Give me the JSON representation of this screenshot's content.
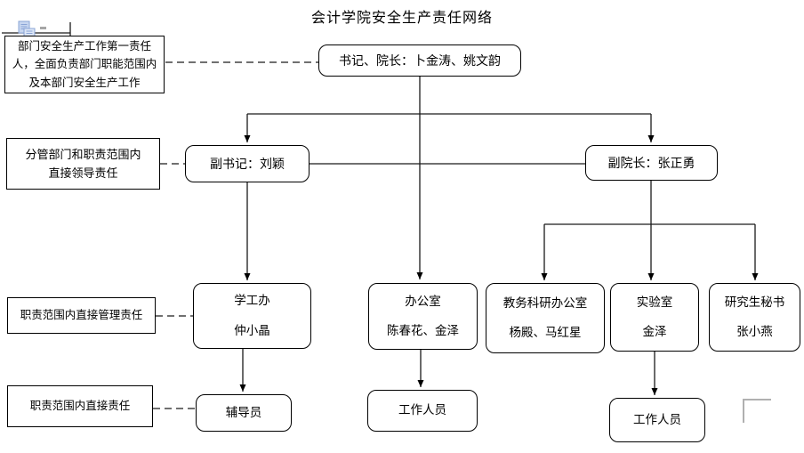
{
  "title": "会计学院安全生产责任网络",
  "responsibility_labels": [
    {
      "text": "部门安全生产工作第一责任人，全面负责部门职能范围内及本部门安全生产工作"
    },
    {
      "line1": "分管部门和职责范围内",
      "line2": "直接领导责任"
    },
    {
      "text": "职责范围内直接管理责任"
    },
    {
      "text": "职责范围内直接责任"
    }
  ],
  "nodes": {
    "secretary_dean": {
      "label": "书记、院长：卜金涛、姚文韵"
    },
    "deputy_secretary": {
      "label": "副书记：刘颖"
    },
    "vice_dean": {
      "label": "副院长：张正勇"
    },
    "student_affairs_office": {
      "title": "学工办",
      "staff": "仲小晶"
    },
    "general_office": {
      "title": "办公室",
      "staff": "陈春花、金泽"
    },
    "academic_research_office": {
      "title": "教务科研办公室",
      "staff": "杨殿、马红星"
    },
    "laboratory": {
      "title": "实验室",
      "staff": "金泽"
    },
    "graduate_secretary": {
      "title": "研究生秘书",
      "staff": "张小燕"
    },
    "counselor": {
      "label": "辅导员"
    },
    "staff_under_office": {
      "label": "工作人员"
    },
    "staff_under_laboratory": {
      "label": "工作人员"
    }
  },
  "icons": {
    "paste_options": "paste-options-icon"
  },
  "colors": {
    "line": "#000000",
    "box_border": "#000000",
    "background": "#ffffff",
    "paste_icon_blue": "#b8cce4",
    "corner_mark_gray": "#b0b0b0"
  }
}
